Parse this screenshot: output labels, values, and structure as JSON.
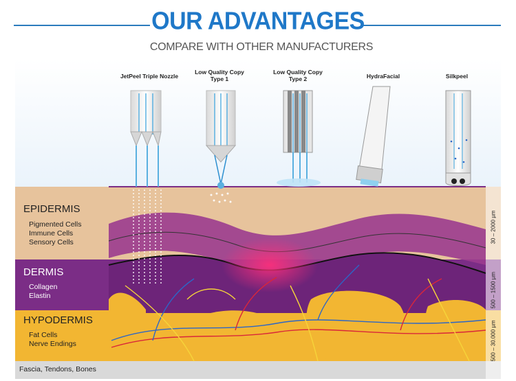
{
  "header": {
    "title": "OUR ADVANTAGES",
    "subtitle": "COMPARE WITH OTHER MANUFACTURERS"
  },
  "devices": [
    {
      "label": "JetPeel Triple Nozzle"
    },
    {
      "label": "Low Quality Copy Type 1"
    },
    {
      "label": "Low Quality Copy Type 2"
    },
    {
      "label": "HydraFacial"
    },
    {
      "label": "Silkpeel"
    }
  ],
  "layers": {
    "epidermis": {
      "title": "EPIDERMIS",
      "items": [
        "Pigmented Cells",
        "Immune Cells",
        "Sensory Cells"
      ],
      "depth": "30 – 2000 µm"
    },
    "dermis": {
      "title": "DERMIS",
      "items": [
        "Collagen",
        "Elastin"
      ],
      "depth": "500 – 1500 µm"
    },
    "hypodermis": {
      "title": "HYPODERMIS",
      "items": [
        "Fat Cells",
        "Nerve Endings"
      ],
      "depth": "500 – 30.000 µm"
    },
    "fascia": {
      "title": "Fascia, Tendons, Bones"
    }
  },
  "colors": {
    "accent": "#1f78c8",
    "epidermis": "#e7c39c",
    "dermis": "#7b2d86",
    "hypodermis": "#f2b632",
    "fascia": "#d9d9d9"
  }
}
